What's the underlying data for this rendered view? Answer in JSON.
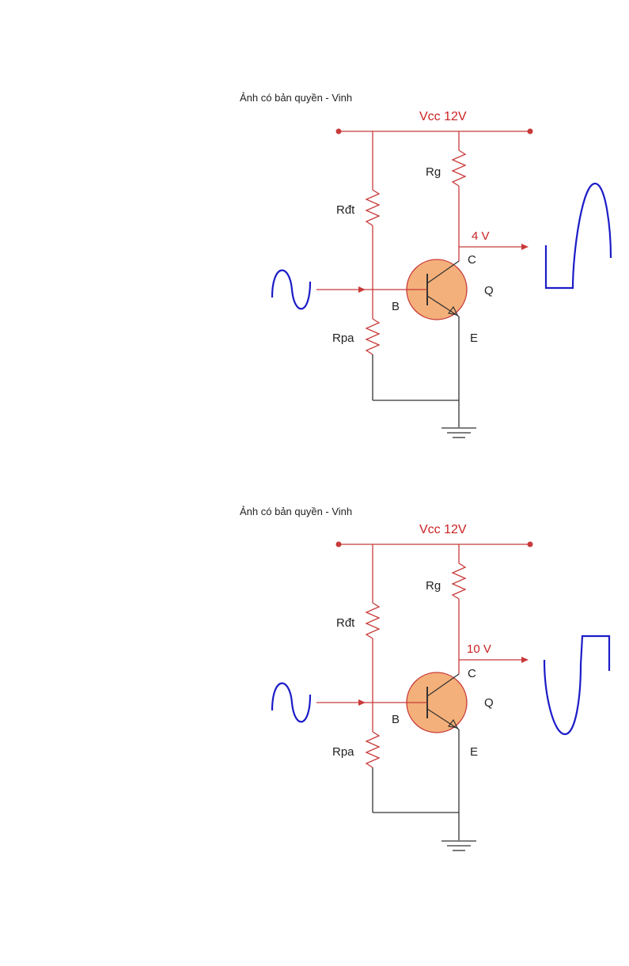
{
  "circuits": [
    {
      "copyright": "Ảnh có bản quyền - Vinh",
      "vcc_label": "Vcc  12V",
      "rg_label": "Rg",
      "rdt_label": "Rđt",
      "rpa_label": "Rpa",
      "output_voltage": "4 V",
      "collector_label": "C",
      "base_label": "B",
      "emitter_label": "E",
      "transistor_label": "Q"
    },
    {
      "copyright": "Ảnh có bản quyền - Vinh",
      "vcc_label": "Vcc  12V",
      "rg_label": "Rg",
      "rdt_label": "Rđt",
      "rpa_label": "Rpa",
      "output_voltage": "10 V",
      "collector_label": "C",
      "base_label": "B",
      "emitter_label": "E",
      "transistor_label": "Q"
    }
  ],
  "colors": {
    "wire": "#c83a3a",
    "ground_wire": "#333333",
    "transistor_fill": "#f4b07a",
    "transistor_stroke": "#c83a3a",
    "waveform": "#1c1cc8"
  },
  "icons": {
    "input_signal": "sine-wave-icon",
    "output_signal": "clipped-wave-icon",
    "ground": "ground-symbol-icon",
    "transistor": "npn-transistor-icon"
  }
}
